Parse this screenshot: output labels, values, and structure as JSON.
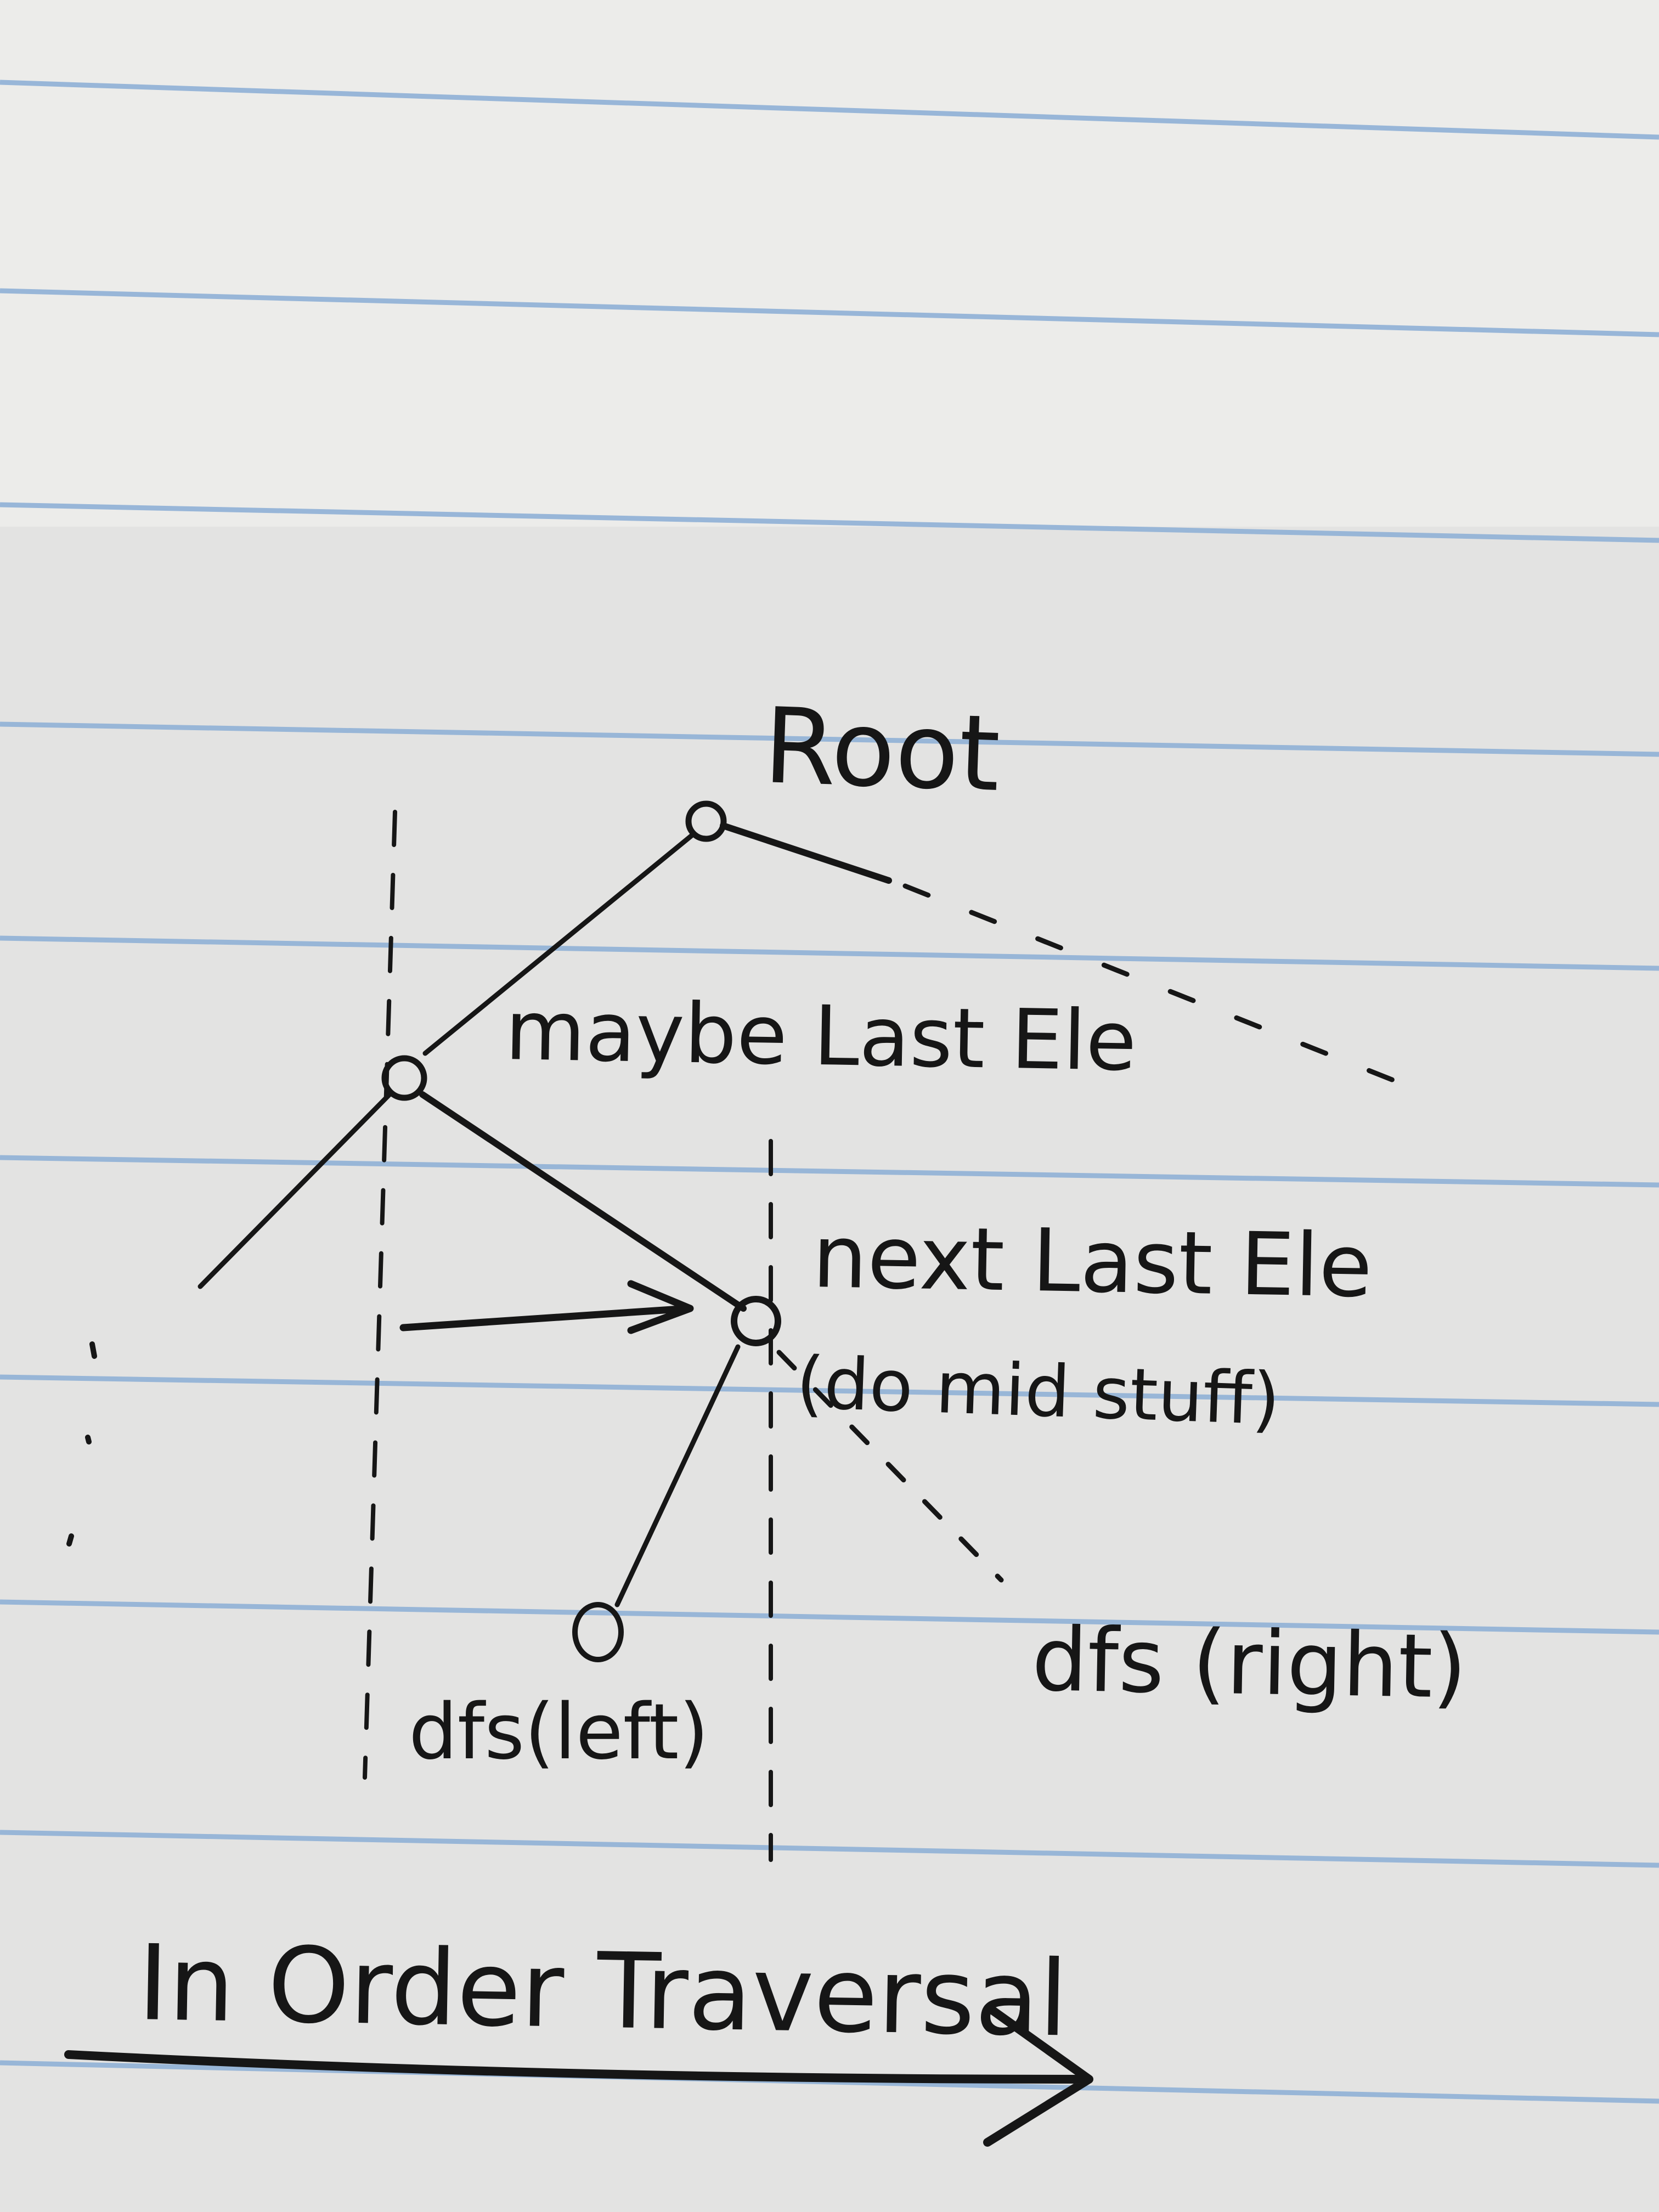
{
  "paper": {
    "color": "#ececea",
    "shadow_color": "#dcdcda",
    "rule_color": "#8fb0d6",
    "ink_color": "#161616"
  },
  "diagram": {
    "nodes": {
      "root": {
        "label": "Root"
      },
      "maybe_last_ele": {
        "label": "maybe Last Ele"
      },
      "next_last_ele": {
        "label": "next Last Ele"
      },
      "mid_note": {
        "label": "(do mid stuff)"
      },
      "left_child": {
        "label": "dfs(left)"
      },
      "right_child": {
        "label": "dfs (right)"
      }
    },
    "footer": {
      "label": "In Order Traversal"
    }
  }
}
